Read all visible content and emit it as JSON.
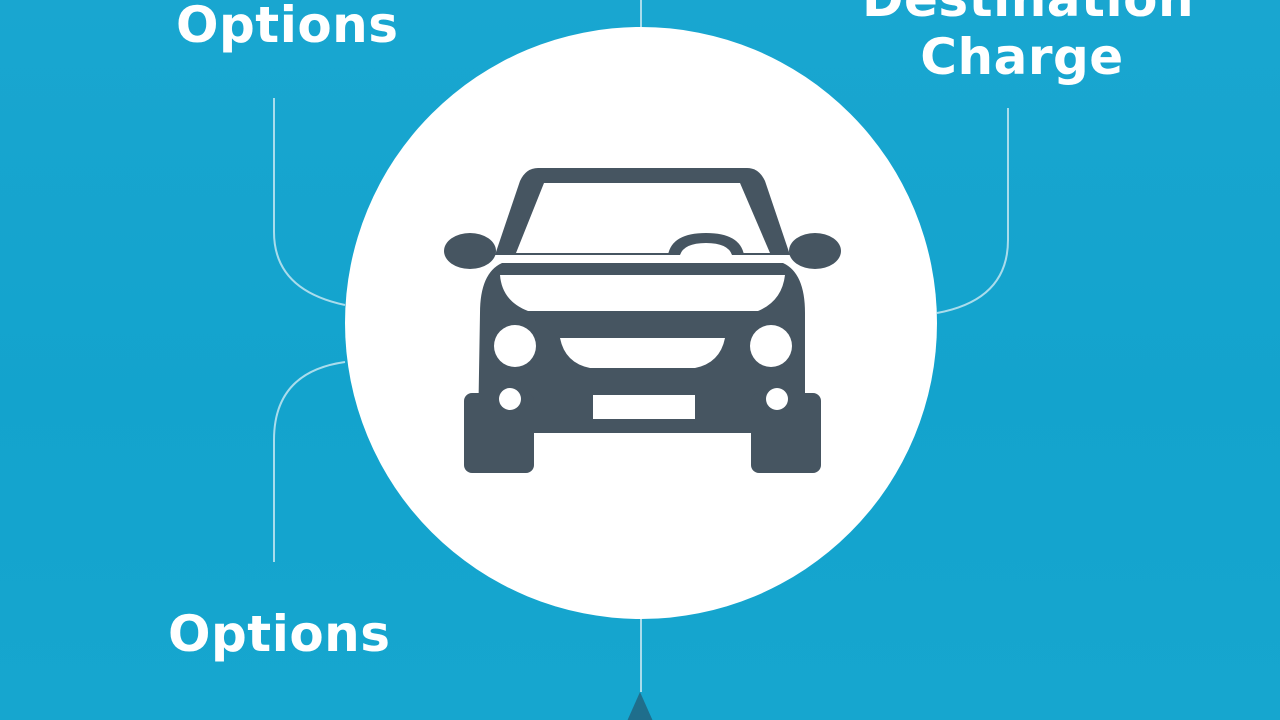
{
  "diagram": {
    "labels": {
      "options_top": "Options",
      "options_bottom": "Options",
      "destination_line1": "Destination",
      "destination_line2": "Charge"
    },
    "center_icon": "car-icon"
  },
  "colors": {
    "background": "#1aa7cf",
    "hub": "#ffffff",
    "icon": "#465561",
    "connector": "#a9dcec",
    "text": "#ffffff",
    "pointer": "#1f6e8c"
  }
}
